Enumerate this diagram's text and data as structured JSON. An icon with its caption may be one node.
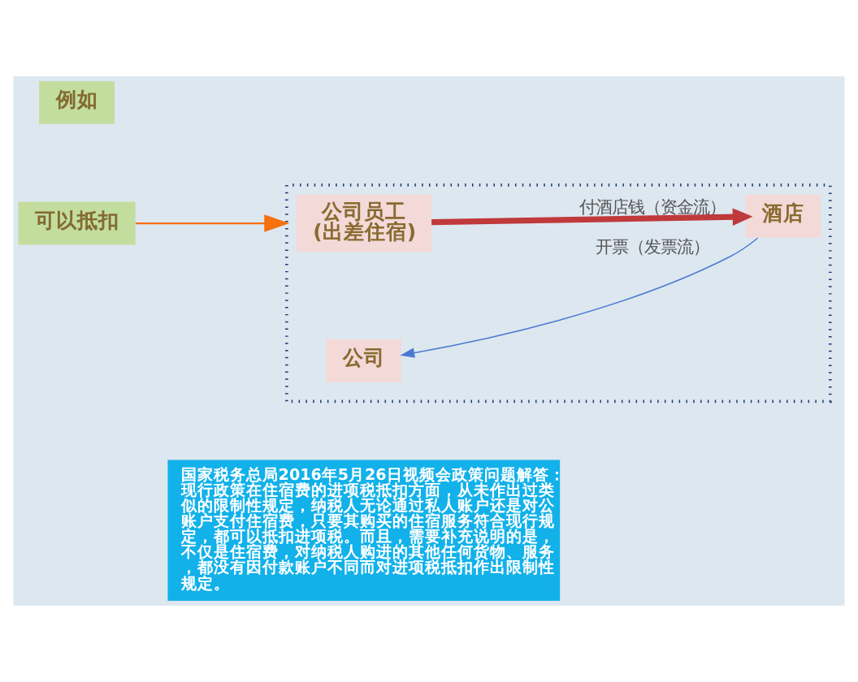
{
  "diagram": {
    "nodes": [
      {
        "text": [
          "例如"
        ]
      },
      {
        "text": [
          "可以抵扣"
        ]
      },
      {
        "text": [],
        "shape": "box"
      },
      {
        "text": [
          "公司员工",
          "(出差住宿)"
        ],
        "in": 2
      },
      {
        "text": [
          "酒店"
        ],
        "in": 2
      },
      {
        "text": [
          "公司"
        ],
        "in": 2
      },
      {
        "text": [
          "国家税务总局2016年5月26日视频会政策问题解答：",
          "现行政策在住宿费的进项税抵扣方面，从未作出过类似的限制性规定，纳税人无论通过私人账户还是对公账户支付住宿费，只要其购买的住宿服务符合现行规定，都可以抵扣进项税。而且，需要补充说明的是，不仅是住宿费，对纳税人购进的其他任何货物、服务，都没有因付款账户不同而对进项税抵扣作出限制性规定。"
        ]
      }
    ],
    "edges": [
      {
        "from": 3,
        "to": 4,
        "arrow": "to",
        "label": "付酒店钱（资金流）",
        "style": "thick",
        "color": "#c0393b"
      },
      {
        "from": 4,
        "to": 5,
        "arrow": "to",
        "label": "开票（发票流）",
        "color": "#4a7bd0"
      },
      {
        "from": 1,
        "to": 2,
        "arrow": "to",
        "color": "#f5700f"
      }
    ]
  }
}
